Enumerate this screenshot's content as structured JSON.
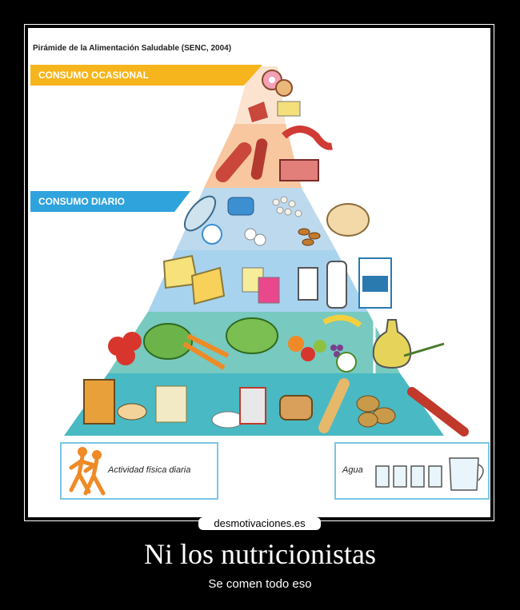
{
  "poster": {
    "title": "Pirámide de la Alimentación Saludable (SENC, 2004)",
    "band_occasional": "CONSUMO OCASIONAL",
    "band_daily": "CONSUMO DIARIO",
    "activity_label": "Actividad física diaria",
    "water_label": "Agua"
  },
  "site": "desmotivaciones.es",
  "heading": "Ni los nutricionistas",
  "subheading": "Se comen todo eso",
  "colors": {
    "occasional": "#f6b51c",
    "daily": "#2fa3dc",
    "tier_sweets": "#fbe3cf",
    "tier_meat": "#f8c7a0",
    "tier_protein": "#bcd9ee",
    "tier_dairy": "#a8d3ef",
    "tier_veg": "#78c9bf",
    "tier_grain": "#49b9c3"
  }
}
